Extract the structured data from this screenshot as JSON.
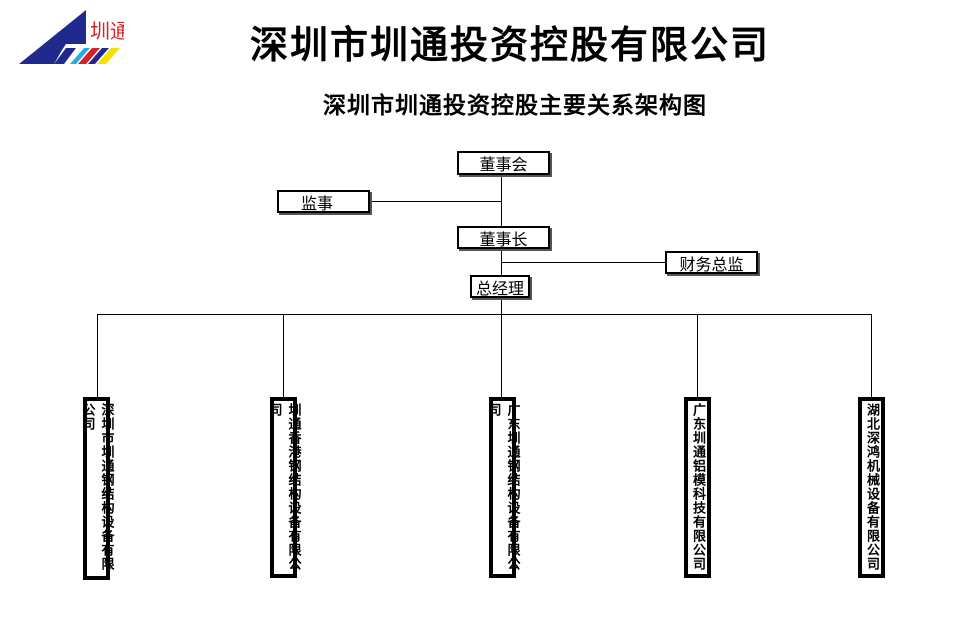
{
  "logo": {
    "text": "圳通",
    "colors": {
      "blue": "#1f2a8c",
      "red": "#d8202a",
      "cyan": "#29a9e0",
      "yellow": "#f5e100"
    }
  },
  "header": {
    "title": "深圳市圳通投资控股有限公司",
    "subtitle": "深圳市圳通投资控股主要关系架构图"
  },
  "org": {
    "board": "董事会",
    "supervisor": "监事",
    "chairman": "董事长",
    "cfo": "财务总监",
    "gm": "总经理",
    "subsidiaries": [
      "深圳市圳通钢结构设备有限公司",
      "圳通香港钢结构设备有限公司",
      "广东圳通钢结构设备有限公司",
      "广东圳通铝模科技有限公司",
      "湖北深鸿机械设备有限公司"
    ]
  }
}
